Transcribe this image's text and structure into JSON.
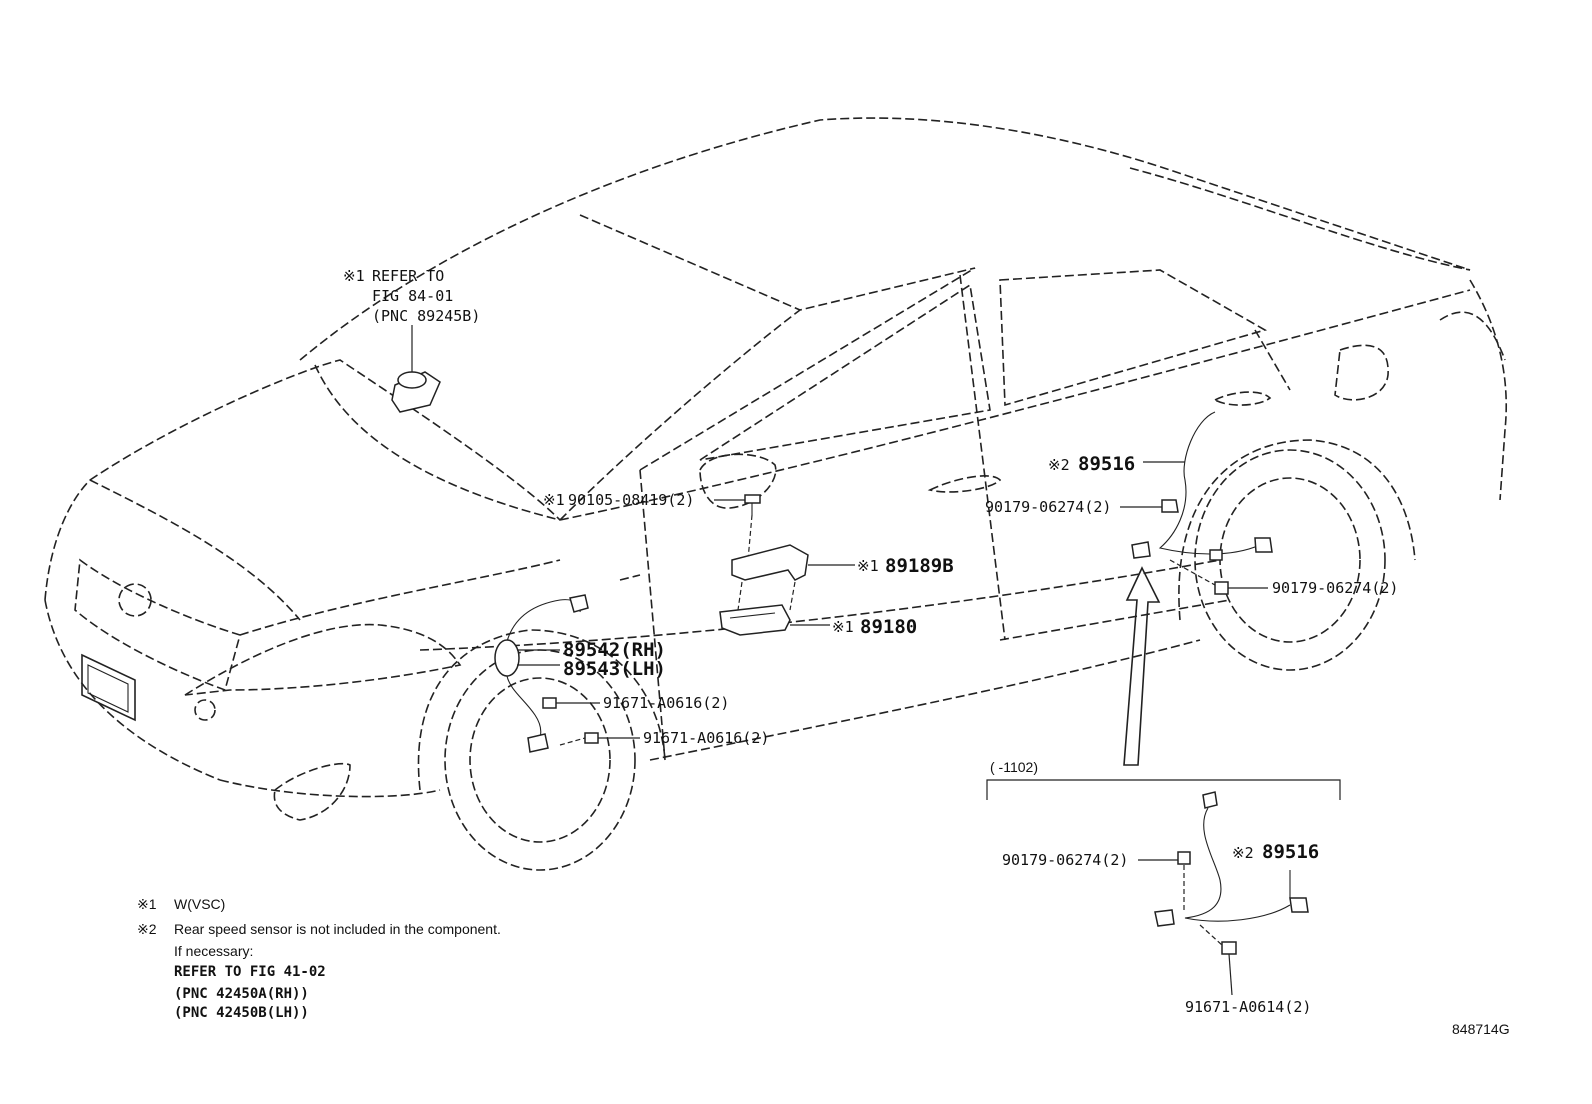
{
  "notes": {
    "refer_mark": "※1",
    "refer_line1": "REFER TO",
    "refer_line2": "FIG 84-01",
    "refer_line3": "(PNC 89245B)",
    "legend": [
      {
        "mark": "※1",
        "text": "W(VSC)"
      },
      {
        "mark": "※2",
        "text": "Rear speed sensor is not included in the component."
      }
    ],
    "legend_extra": [
      "If necessary:",
      "REFER TO FIG 41-02",
      "(PNC 42450A(RH))",
      "(PNC 42450B(LH))"
    ]
  },
  "callouts": {
    "bolt_mark": "※1",
    "bolt": "90105-08419(2)",
    "bracket_mark": "※1",
    "bracket": "89189B",
    "ecu_mark": "※1",
    "ecu": "89180",
    "front_sensor_rh": "89542(RH)",
    "front_sensor_lh": "89543(LH)",
    "front_bolt_a": "91671-A0616(2)",
    "front_bolt_b": "91671-A0616(2)",
    "rear_sensor_mark": "※2",
    "rear_sensor": "89516",
    "rear_nut_a": "90179-06274(2)",
    "rear_nut_b": "90179-06274(2)"
  },
  "inset": {
    "range": "(      -1102)",
    "nut": "90179-06274(2)",
    "sensor_mark": "※2",
    "sensor": "89516",
    "bolt": "91671-A0614(2)"
  },
  "figure_id": "848714G"
}
